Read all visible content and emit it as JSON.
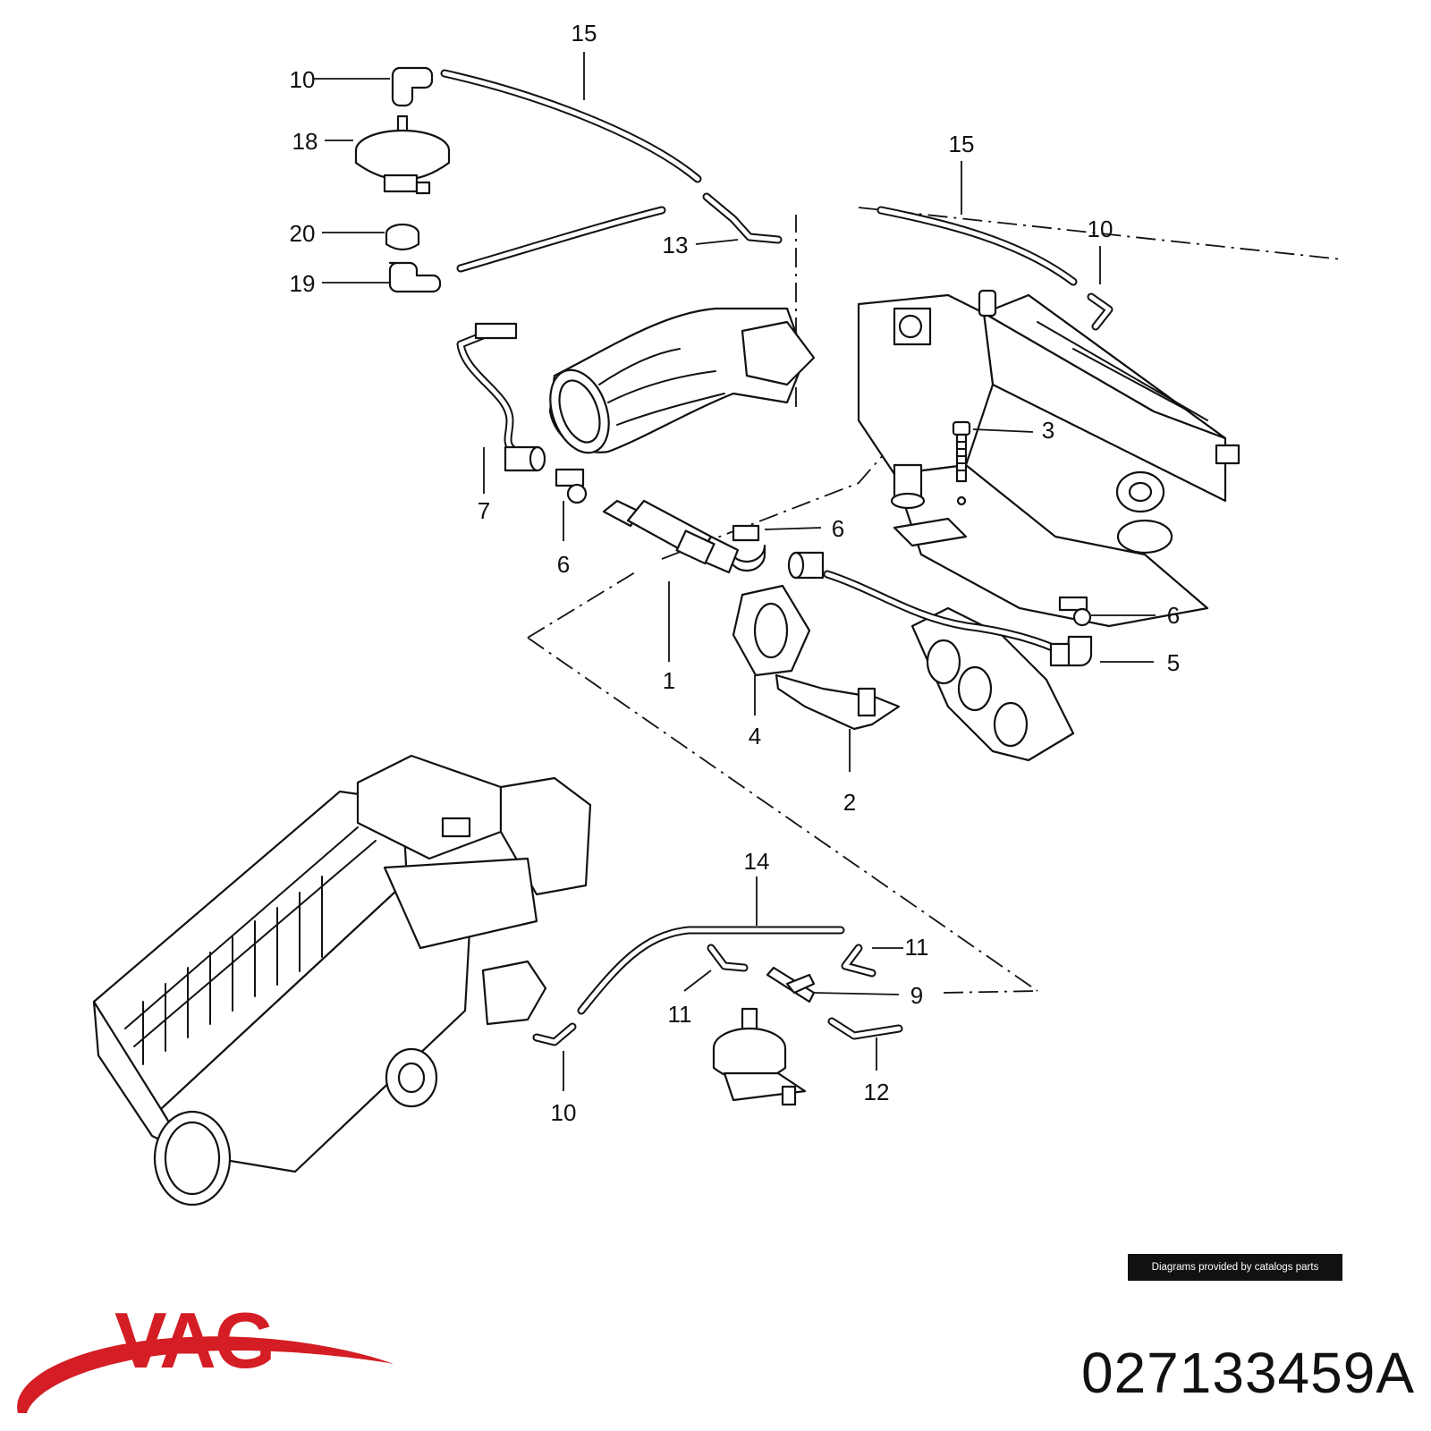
{
  "diagram": {
    "callouts": [
      "15",
      "10",
      "18",
      "20",
      "19",
      "13",
      "15",
      "10",
      "3",
      "7",
      "6",
      "6",
      "1",
      "4",
      "2",
      "6",
      "5",
      "14",
      "11",
      "11",
      "9",
      "12",
      "10"
    ]
  },
  "credit": "Diagrams provided by catalogs parts",
  "brand": {
    "name": "VAG",
    "color": "#d41d24"
  },
  "part_number": "027133459A"
}
